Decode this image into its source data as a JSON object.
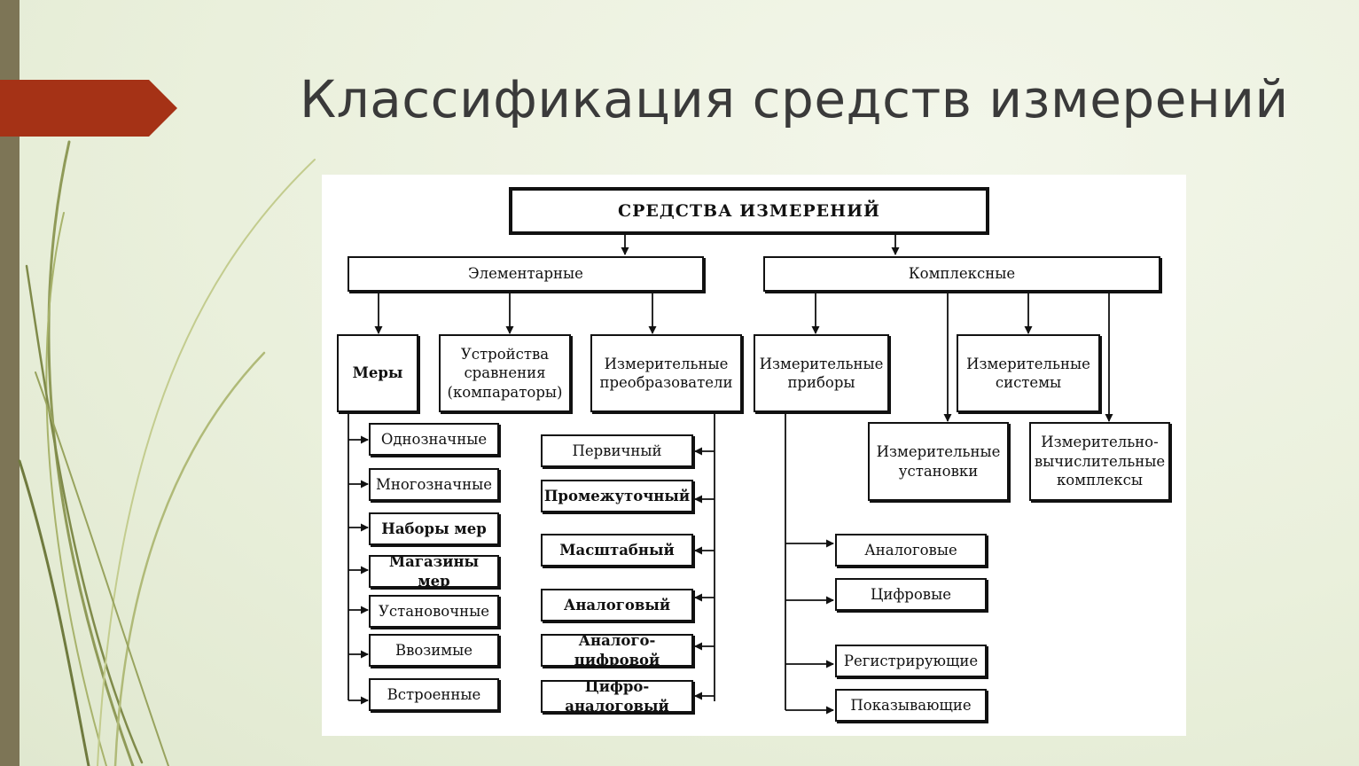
{
  "slide": {
    "title": "Классификация средств измерений"
  },
  "diagram": {
    "root": "СРЕДСТВА ИЗМЕРЕНИЙ",
    "elementary": {
      "label": "Элементарные",
      "measures": {
        "label": "Меры",
        "items": [
          "Однозначные",
          "Многозначные",
          "Наборы мер",
          "Магазины мер",
          "Установочные",
          "Ввозимые",
          "Встроенные"
        ]
      },
      "comparators": {
        "label": "Устройства\nсравнения\n(компараторы)"
      },
      "transducers": {
        "label": "Измерительные\nпреобразователи",
        "items": [
          "Первичный",
          "Промежуточный",
          "Масштабный",
          "Аналоговый",
          "Аналого-цифровой",
          "Цифро-аналоговый"
        ]
      }
    },
    "complex": {
      "label": "Комплексные",
      "instruments": {
        "label": "Измерительные\nприборы",
        "items": [
          "Аналоговые",
          "Цифровые",
          "Регистрирующие",
          "Показывающие"
        ]
      },
      "installations": {
        "label": "Измерительные\nустановки"
      },
      "systems": {
        "label": "Измерительные\nсистемы"
      },
      "computing_complexes": {
        "label": "Измерительно-\nвычислительные\nкомплексы"
      }
    }
  }
}
